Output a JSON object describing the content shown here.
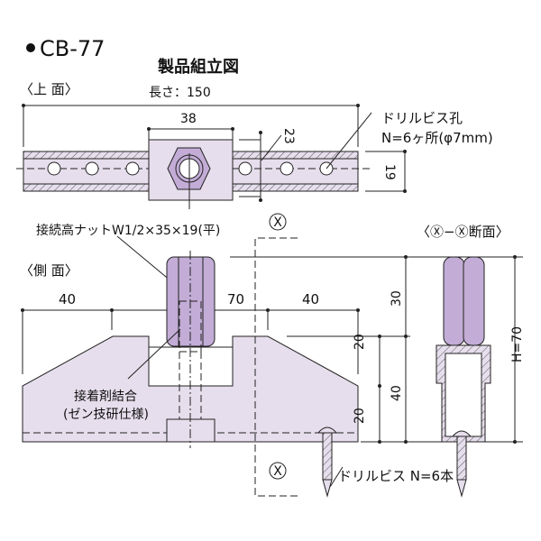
{
  "title": "CB-77",
  "subtitle": "製品組立図",
  "top_view": {
    "label": "〈上 面〉",
    "length": "長さ：150",
    "dim_38": "38",
    "dim_23": "23",
    "dim_19": "19",
    "hole_note_1": "ドリルビス孔",
    "hole_note_2": "N=6ヶ所(φ7mm)"
  },
  "side_view": {
    "label": "〈側 面〉",
    "nut_note": "接続高ナットW1/2×35×19(平)",
    "dim_left": "40",
    "dim_mid": "70",
    "dim_right": "40",
    "dim_30": "30",
    "dim_40": "40",
    "dim_20a": "20",
    "dim_20b": "20",
    "glue_1": "接着剤結合",
    "glue_2": "(ゼン技研仕様)",
    "screw_note": "ドリルビス N=6本",
    "section_mark": "X"
  },
  "section_view": {
    "label": "〈Ⓧ−Ⓧ断面〉",
    "height": "H=70"
  },
  "colors": {
    "body": "#e6deec",
    "nut": "#c3acd6",
    "line": "#222222"
  }
}
